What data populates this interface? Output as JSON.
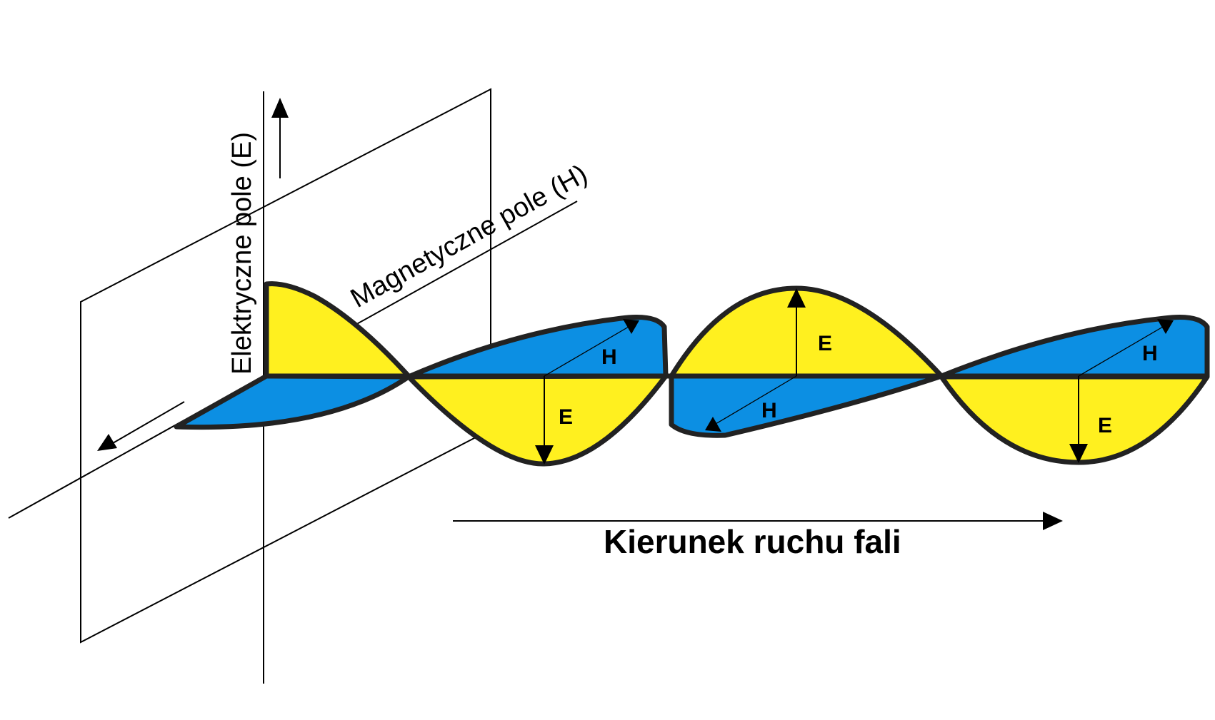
{
  "labels": {
    "electric_axis": "Elektryczne pole (E)",
    "magnetic_axis": "Magnetyczne pole (H)",
    "direction": "Kierunek ruchu fali"
  },
  "vectors": {
    "e1": "E",
    "e2": "E",
    "e3": "E",
    "h1": "H",
    "h2": "H",
    "h3": "H"
  },
  "colors": {
    "electric_fill": "#FFF01F",
    "magnetic_fill": "#0C8FE3",
    "outline": "#222222"
  }
}
